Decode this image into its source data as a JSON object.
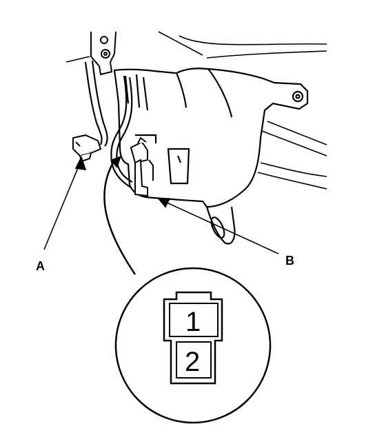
{
  "diagram": {
    "callouts": {
      "a": "A",
      "b": "B"
    },
    "connector_pins": [
      "1",
      "2"
    ]
  }
}
